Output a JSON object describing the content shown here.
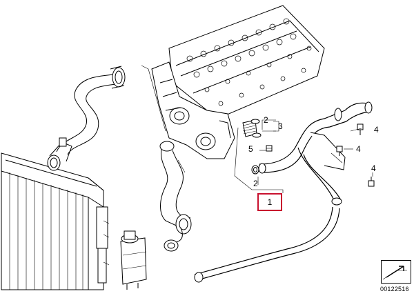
{
  "callouts": {
    "main": "1",
    "seal_upper": "2",
    "seal_lower": "2",
    "thermostat": "3",
    "bolt_upper": "4",
    "bolt_right": "4",
    "bolt_lower": "4",
    "plug": "5"
  },
  "reference_code": "00122516",
  "colors": {
    "line": "#000000",
    "highlight": "#c8102e",
    "background": "#ffffff"
  }
}
